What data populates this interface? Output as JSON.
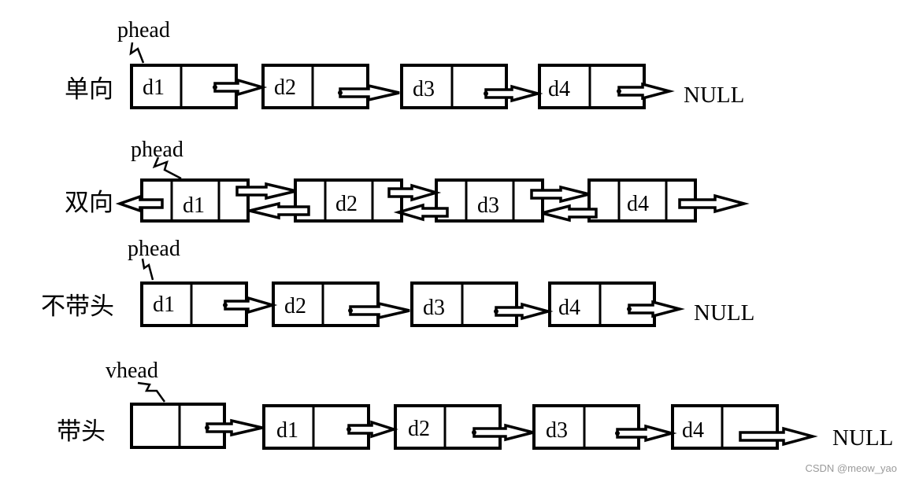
{
  "rows": [
    {
      "label": "单向",
      "pointer": "phead",
      "nodes": [
        "d1",
        "d2",
        "d3",
        "d4"
      ],
      "terminal": "NULL",
      "kind": "single"
    },
    {
      "label": "双向",
      "pointer": "phead",
      "nodes": [
        "d1",
        "d2",
        "d3",
        "d4"
      ],
      "kind": "double"
    },
    {
      "label": "不带头",
      "pointer": "phead",
      "nodes": [
        "d1",
        "d2",
        "d3",
        "d4"
      ],
      "terminal": "NULL",
      "kind": "single"
    },
    {
      "label": "带头",
      "pointer": "vhead",
      "nodes": [
        "",
        "d1",
        "d2",
        "d3",
        "d4"
      ],
      "terminal": "NULL",
      "kind": "sentinel"
    }
  ],
  "watermark": "CSDN @meow_yao",
  "colors": {
    "stroke": "#000000",
    "background": "#ffffff",
    "watermark": "#9a9a9a"
  }
}
